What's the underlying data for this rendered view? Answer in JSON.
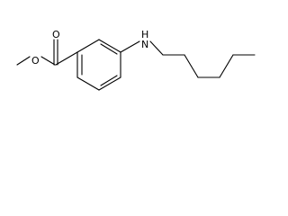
{
  "molecule": {
    "description_visible": false,
    "atoms": {
      "ester_oxygen": {
        "label": "O"
      },
      "carbonyl_oxygen": {
        "label": "O"
      },
      "amine": {
        "label": "H",
        "sub_label": "N"
      }
    },
    "colors": {
      "bond": "#000000",
      "label": "#000000",
      "background": "#ffffff"
    }
  }
}
